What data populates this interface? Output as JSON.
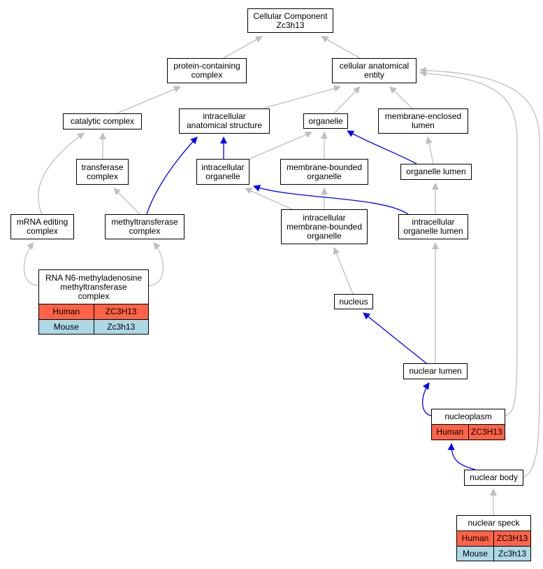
{
  "colors": {
    "grey_edge": "#bfbfbf",
    "blue_edge": "#0000ff",
    "human_row": "#ff6347",
    "mouse_row": "#add8e6"
  },
  "nodes": {
    "cellular_component": "Cellular Component\nZc3h13",
    "protein_containing_complex": "protein-containing\ncomplex",
    "cellular_anatomical_entity": "cellular anatomical\nentity",
    "catalytic_complex": "catalytic complex",
    "intracellular_anatomical_structure": "intracellular\nanatomical structure",
    "organelle": "organelle",
    "membrane_enclosed_lumen": "membrane-enclosed\nlumen",
    "transferase_complex": "transferase\ncomplex",
    "intracellular_organelle": "intracellular\norganelle",
    "membrane_bounded_organelle": "membrane-bounded\norganelle",
    "organelle_lumen": "organelle lumen",
    "mrna_editing_complex": "mRNA editing\ncomplex",
    "methyltransferase_complex": "methyltransferase\ncomplex",
    "intracellular_membrane_bounded_organelle": "intracellular\nmembrane-bounded\norganelle",
    "intracellular_organelle_lumen": "intracellular\norganelle lumen",
    "nucleus": "nucleus",
    "nuclear_lumen": "nuclear lumen",
    "nuclear_body": "nuclear body"
  },
  "annotated": {
    "rna_n6": {
      "label": "RNA N6-methyladenosine\nmethyltransferase\ncomplex",
      "rows": [
        {
          "species": "Human",
          "gene": "ZC3H13"
        },
        {
          "species": "Mouse",
          "gene": "Zc3h13"
        }
      ]
    },
    "nucleoplasm": {
      "label": "nucleoplasm",
      "rows": [
        {
          "species": "Human",
          "gene": "ZC3H13"
        }
      ]
    },
    "nuclear_speck": {
      "label": "nuclear speck",
      "rows": [
        {
          "species": "Human",
          "gene": "ZC3H13"
        },
        {
          "species": "Mouse",
          "gene": "Zc3h13"
        }
      ]
    }
  },
  "edges": [
    {
      "from": "protein_containing_complex",
      "to": "cellular_component",
      "color": "grey"
    },
    {
      "from": "cellular_anatomical_entity",
      "to": "cellular_component",
      "color": "grey"
    },
    {
      "from": "catalytic_complex",
      "to": "protein_containing_complex",
      "color": "grey"
    },
    {
      "from": "intracellular_anatomical_structure",
      "to": "cellular_anatomical_entity",
      "color": "grey"
    },
    {
      "from": "organelle",
      "to": "cellular_anatomical_entity",
      "color": "grey"
    },
    {
      "from": "membrane_enclosed_lumen",
      "to": "cellular_anatomical_entity",
      "color": "grey"
    },
    {
      "from": "transferase_complex",
      "to": "catalytic_complex",
      "color": "grey"
    },
    {
      "from": "mrna_editing_complex",
      "to": "catalytic_complex",
      "color": "grey"
    },
    {
      "from": "methyltransferase_complex",
      "to": "transferase_complex",
      "color": "grey"
    },
    {
      "from": "methyltransferase_complex",
      "to": "intracellular_anatomical_structure",
      "color": "blue"
    },
    {
      "from": "intracellular_organelle",
      "to": "intracellular_anatomical_structure",
      "color": "blue"
    },
    {
      "from": "intracellular_organelle",
      "to": "organelle",
      "color": "grey"
    },
    {
      "from": "membrane_bounded_organelle",
      "to": "organelle",
      "color": "grey"
    },
    {
      "from": "organelle_lumen",
      "to": "organelle",
      "color": "blue"
    },
    {
      "from": "organelle_lumen",
      "to": "membrane_enclosed_lumen",
      "color": "grey"
    },
    {
      "from": "intracellular_membrane_bounded_organelle",
      "to": "intracellular_organelle",
      "color": "grey"
    },
    {
      "from": "intracellular_membrane_bounded_organelle",
      "to": "membrane_bounded_organelle",
      "color": "grey"
    },
    {
      "from": "intracellular_organelle_lumen",
      "to": "intracellular_organelle",
      "color": "blue"
    },
    {
      "from": "intracellular_organelle_lumen",
      "to": "organelle_lumen",
      "color": "grey"
    },
    {
      "from": "rna_n6",
      "to": "mrna_editing_complex",
      "color": "grey"
    },
    {
      "from": "rna_n6",
      "to": "methyltransferase_complex",
      "color": "grey"
    },
    {
      "from": "nucleus",
      "to": "intracellular_membrane_bounded_organelle",
      "color": "grey"
    },
    {
      "from": "nuclear_lumen",
      "to": "nucleus",
      "color": "blue"
    },
    {
      "from": "nuclear_lumen",
      "to": "intracellular_organelle_lumen",
      "color": "grey"
    },
    {
      "from": "nucleoplasm",
      "to": "nuclear_lumen",
      "color": "blue"
    },
    {
      "from": "nucleoplasm",
      "to": "cellular_anatomical_entity",
      "color": "grey"
    },
    {
      "from": "nuclear_body",
      "to": "nucleoplasm",
      "color": "blue"
    },
    {
      "from": "nuclear_body",
      "to": "cellular_anatomical_entity",
      "color": "grey"
    },
    {
      "from": "nuclear_speck",
      "to": "nuclear_body",
      "color": "grey"
    }
  ]
}
